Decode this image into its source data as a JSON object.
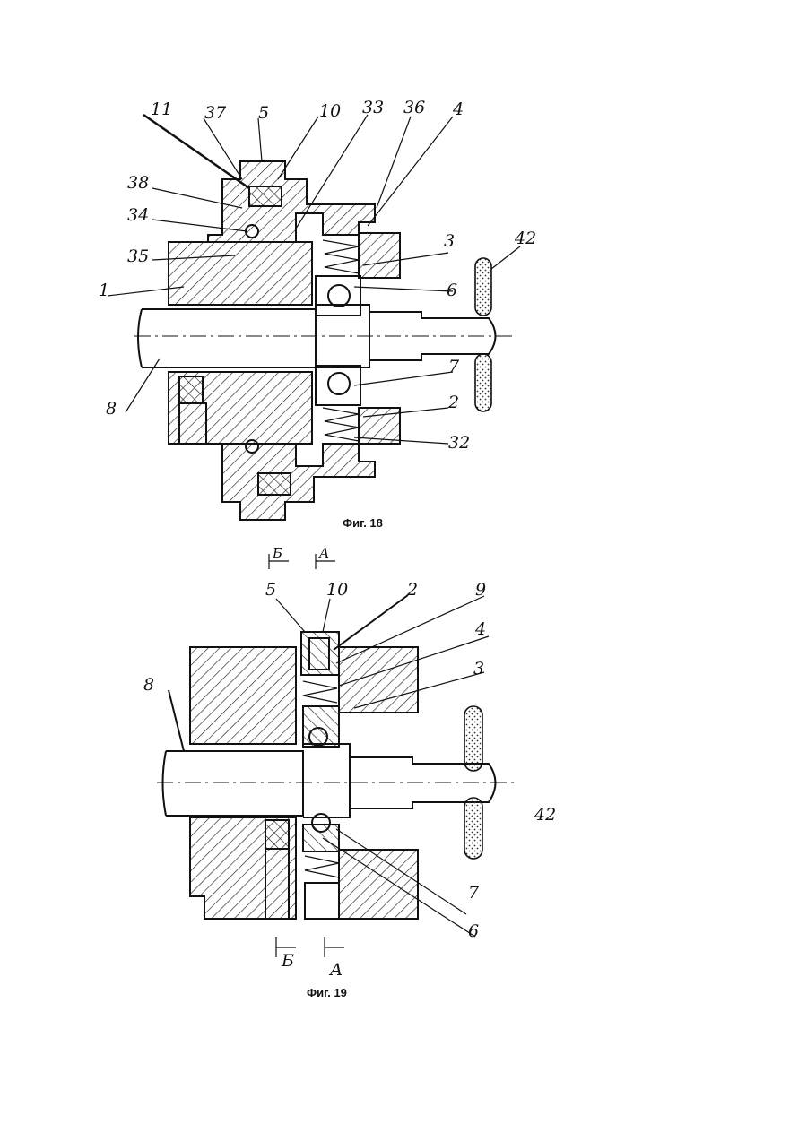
{
  "fig18": {
    "caption": "Фиг. 18",
    "labels": {
      "l11": "11",
      "l37": "37",
      "l5": "5",
      "l10": "10",
      "l33": "33",
      "l36": "36",
      "l4": "4",
      "l38": "38",
      "l34": "34",
      "l35": "35",
      "l1": "1",
      "l3": "3",
      "l42": "42",
      "l6": "6",
      "l7": "7",
      "l8": "8",
      "l2": "2",
      "l32": "32"
    },
    "section_marks": {
      "b": "Б",
      "a": "А"
    }
  },
  "fig19": {
    "caption": "Фиг. 19",
    "labels": {
      "l5": "5",
      "l10": "10",
      "l2": "2",
      "l9": "9",
      "l4": "4",
      "l3": "3",
      "l8": "8",
      "l42": "42",
      "l7": "7",
      "l6": "6"
    },
    "section_marks": {
      "b": "Б",
      "a": "А"
    }
  }
}
